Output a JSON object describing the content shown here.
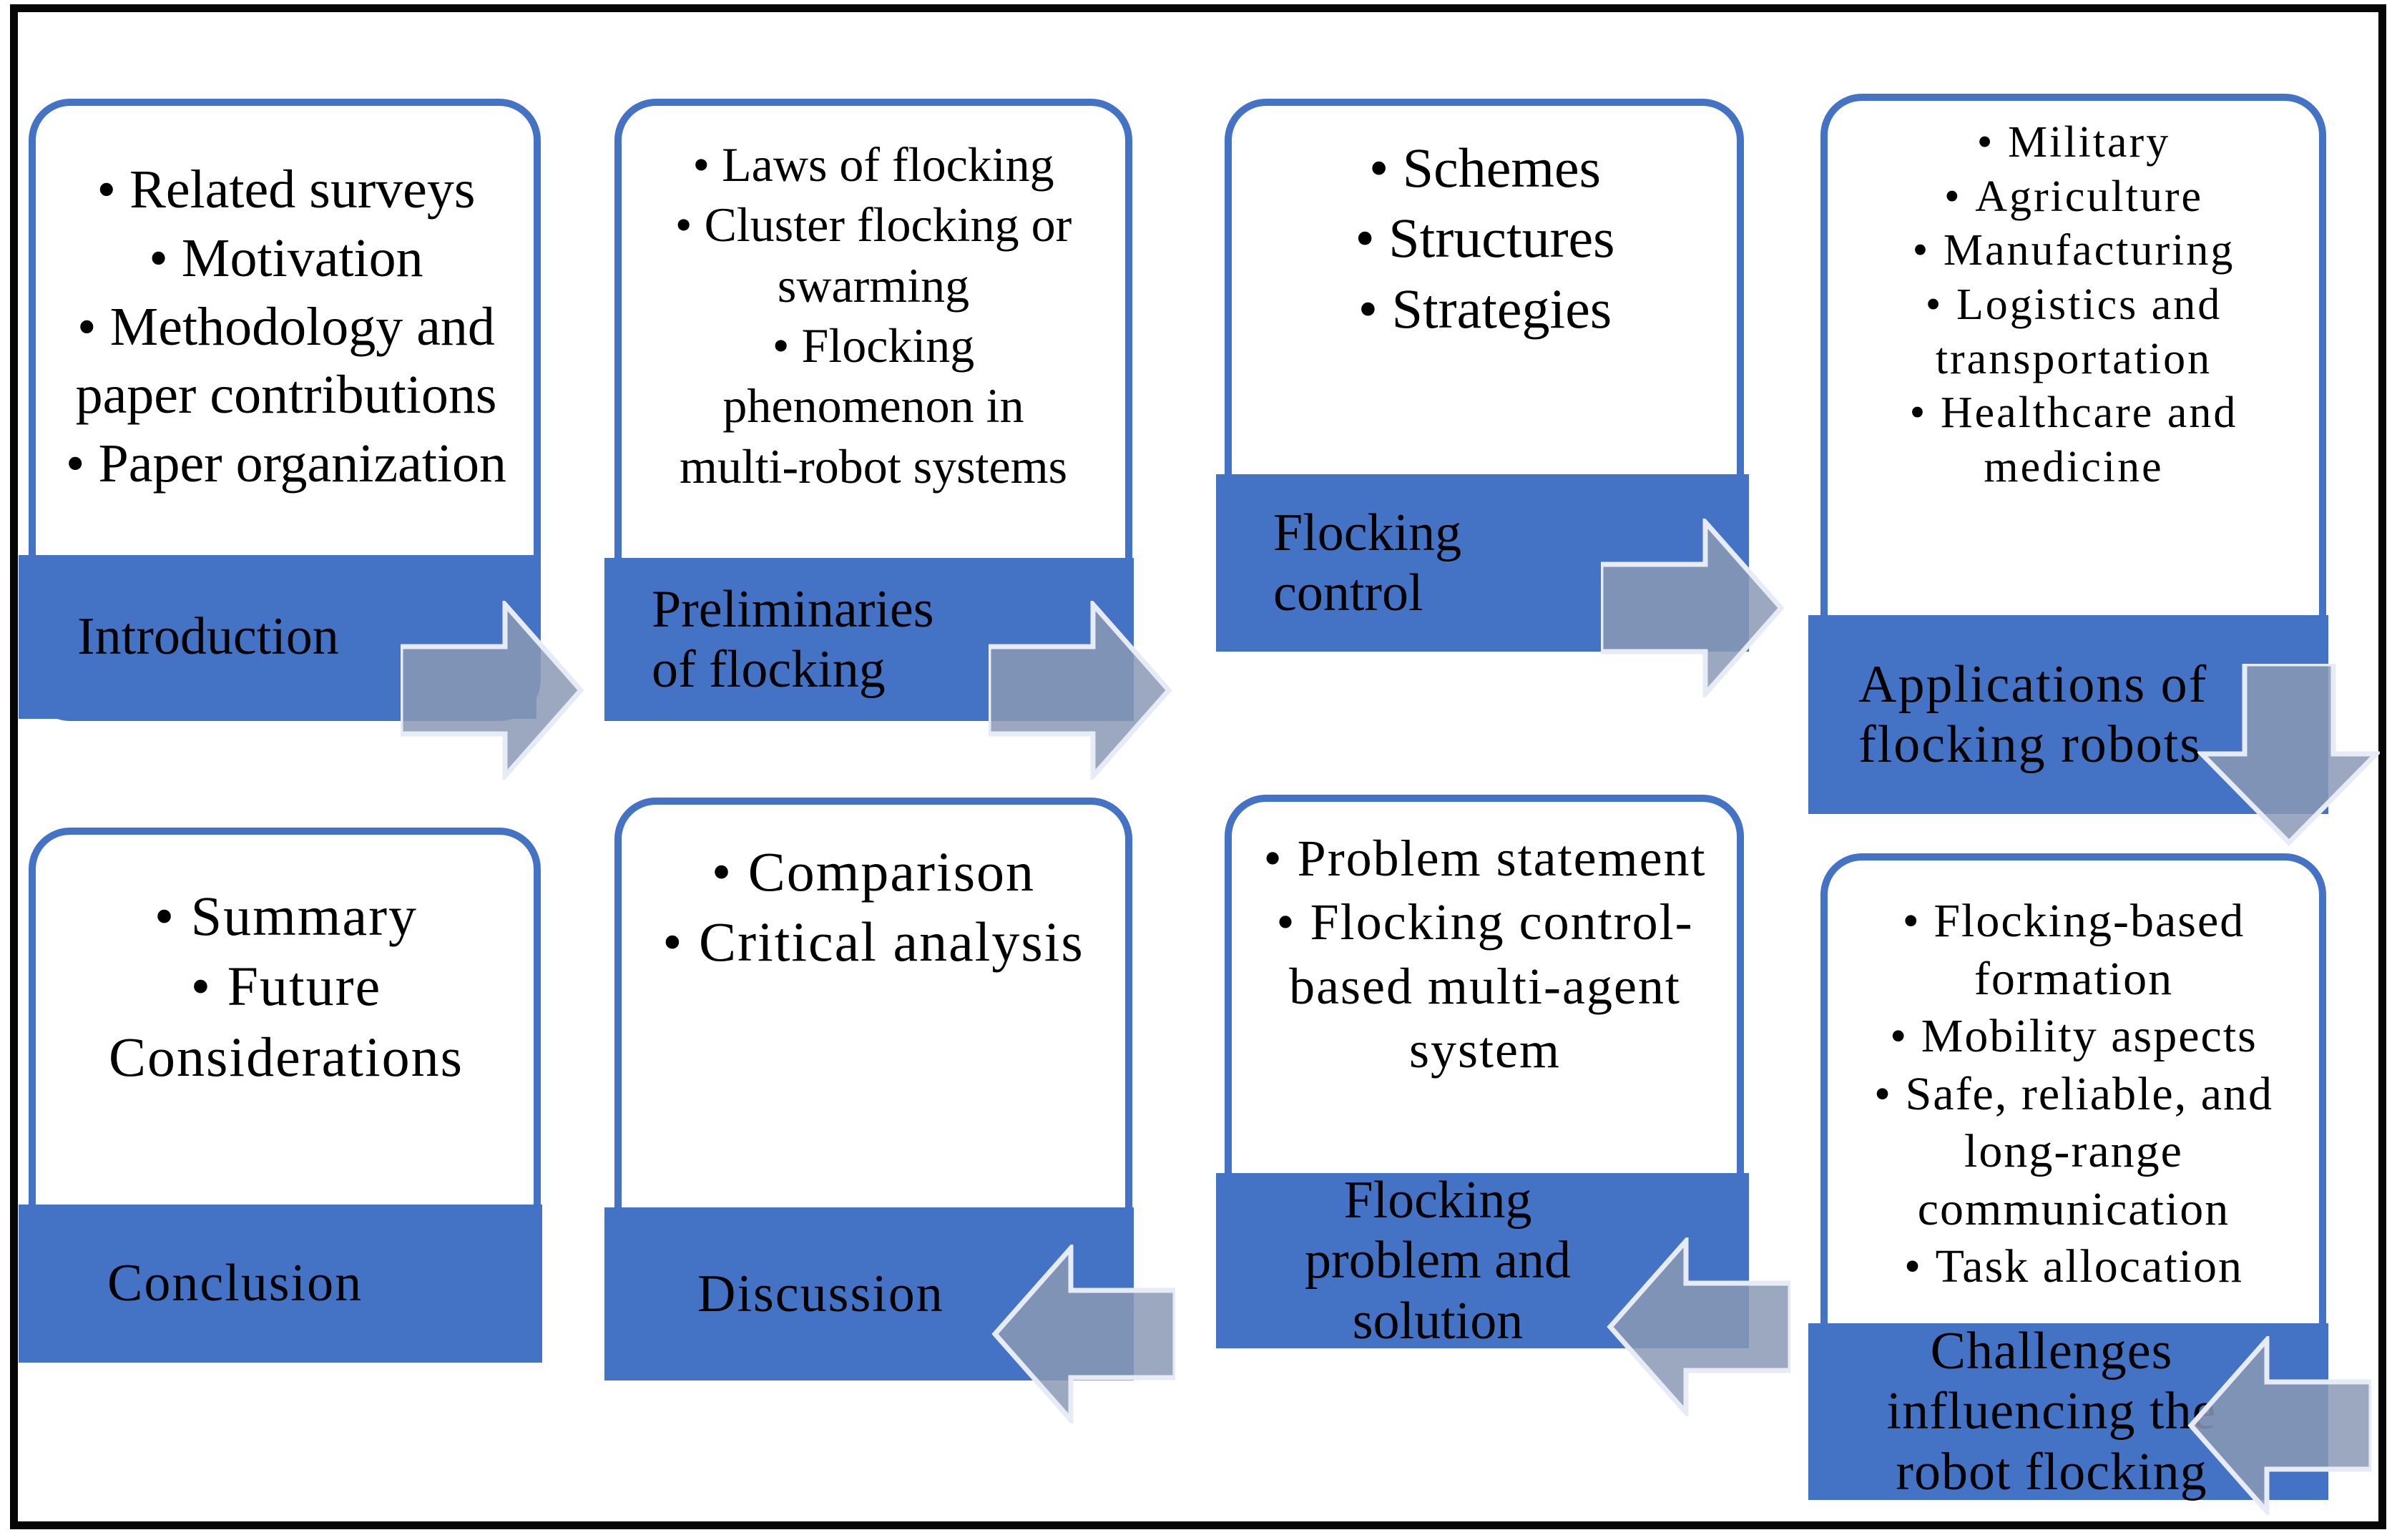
{
  "figure": {
    "description": "Paper organization flow diagram",
    "bullet_char": "•",
    "colors": {
      "band_blue": "#4472C4",
      "box_border_blue": "#4472C4",
      "arrow_fill": "#8A99B5",
      "arrow_outline": "#E7EBF5",
      "frame_black": "#060606",
      "text_black": "#000000",
      "background": "#FFFFFF"
    },
    "flow_order": [
      "Introduction",
      "Preliminaries of flocking",
      "Flocking control",
      "Applications of flocking robots",
      "Challenges influencing the robot flocking",
      "Flocking problem and solution",
      "Discussion",
      "Conclusion"
    ],
    "cards": [
      {
        "label": "Introduction",
        "bullets": [
          "Related surveys",
          "Motivation",
          "Methodology and\npaper contributions",
          "Paper organization"
        ]
      },
      {
        "label": "Preliminaries\nof flocking",
        "bullets": [
          "Laws of flocking",
          "Cluster flocking or\nswarming",
          "Flocking\nphenomenon in\nmulti-robot systems"
        ]
      },
      {
        "label": "Flocking\ncontrol",
        "bullets": [
          "Schemes",
          "Structures",
          "Strategies"
        ]
      },
      {
        "label": "Applications of\nflocking robots",
        "bullets": [
          "Military",
          "Agriculture",
          "Manufacturing",
          "Logistics and\ntransportation",
          "Healthcare and\nmedicine"
        ]
      },
      {
        "label": "Conclusion",
        "bullets": [
          "Summary",
          "Future\nConsiderations"
        ]
      },
      {
        "label": "Discussion",
        "bullets": [
          "Comparison",
          "Critical analysis"
        ]
      },
      {
        "label": "Flocking\nproblem and\nsolution",
        "bullets": [
          "Problem statement",
          "Flocking control-\nbased multi-agent\nsystem"
        ]
      },
      {
        "label": "Challenges\ninfluencing the\nrobot flocking",
        "bullets": [
          "Flocking-based\nformation",
          "Mobility aspects",
          "Safe, reliable, and\nlong-range\ncommunication",
          "Task allocation"
        ]
      }
    ]
  }
}
